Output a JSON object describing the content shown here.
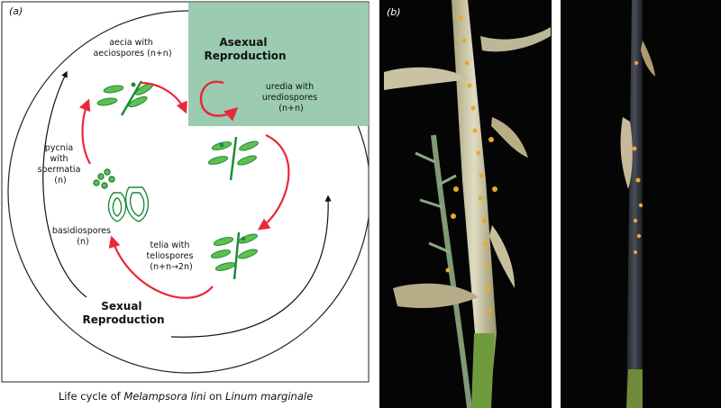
{
  "panel_a": {
    "tag": "(a)",
    "asexual_title": "Asexual Reproduction",
    "asexual_title_line1": "Asexual",
    "asexual_title_line2": "Reproduction",
    "sexual_title_line1": "Sexual",
    "sexual_title_line2": "Reproduction",
    "stages": {
      "aecia_line1": "aecia with",
      "aecia_line2": "aeciospores (n+n)",
      "uredia_line1": "uredia with",
      "uredia_line2": "urediospores",
      "uredia_line3": "(n+n)",
      "pycnia_line1": "pycnia",
      "pycnia_line2": "with",
      "pycnia_line3": "spermatia",
      "pycnia_line4": "(n)",
      "basidio_line1": "basidiospores",
      "basidio_line2": "(n)",
      "telia_line1": "telia with",
      "telia_line2": "teliospores",
      "telia_line3": "(n+n→2n)"
    },
    "caption_prefix": "Life cycle of ",
    "caption_species": "Melampsora lini",
    "caption_mid": " on ",
    "caption_host": "Linum marginale",
    "colors": {
      "arrow_red": "#e8283a",
      "plant_green": "#1e8a3c",
      "leaf_light": "#5fbf4f",
      "asexual_bg": "#9bcbb1"
    }
  },
  "panel_b": {
    "tag": "(b)"
  }
}
